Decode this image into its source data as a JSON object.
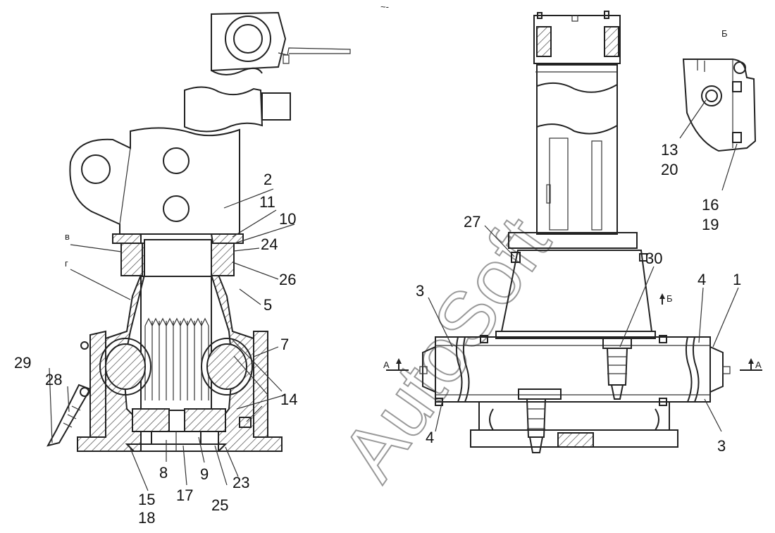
{
  "watermark": "AutoSoft",
  "top_mark": "~-",
  "section_labels": {
    "b_view": "Б",
    "b_arrow": "Б",
    "a_left": "А",
    "a_right": "А",
    "v": "в",
    "g": "г"
  },
  "callouts": {
    "n2": "2",
    "n11": "11",
    "n10": "10",
    "n24": "24",
    "n26": "26",
    "n5": "5",
    "n7": "7",
    "n14": "14",
    "n29": "29",
    "n28": "28",
    "n8": "8",
    "n9": "9",
    "n23": "23",
    "n15": "15",
    "n18": "18",
    "n17": "17",
    "n25": "25",
    "n27": "27",
    "n30": "30",
    "n3a": "3",
    "n4a": "4",
    "n1": "1",
    "n4b": "4",
    "n3b": "3",
    "n13": "13",
    "n20": "20",
    "n16": "16",
    "n19": "19"
  }
}
